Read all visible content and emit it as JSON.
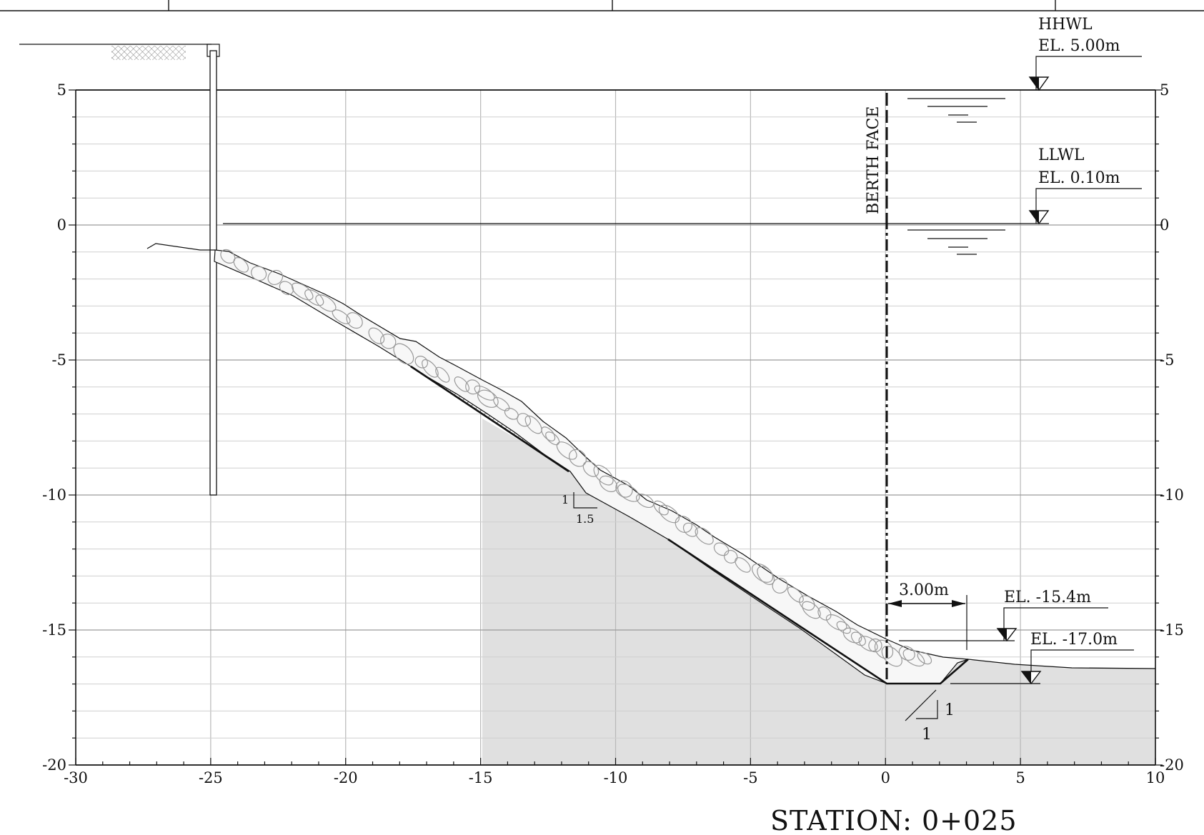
{
  "drawing": {
    "station_label": "STATION: 0+025",
    "berth_face_label": "BERTH FACE",
    "x_ticks": [
      "-30",
      "-25",
      "-20",
      "-15",
      "-10",
      "-5",
      "0",
      "5",
      "10"
    ],
    "y_ticks_left": [
      "5",
      "0",
      "-5",
      "-10",
      "-15",
      "-20"
    ],
    "y_ticks_right": [
      "5",
      "0",
      "-5",
      "-10",
      "-15",
      "-20"
    ],
    "x_range": [
      -30,
      10
    ],
    "y_range": [
      -20,
      5
    ],
    "water_levels": {
      "hhwl": {
        "name": "HHWL",
        "elevation": "EL. 5.00m",
        "value": 5.0
      },
      "llwl": {
        "name": "LLWL",
        "elevation": "EL. 0.10m",
        "value": 0.1
      }
    },
    "dimension_label": "3.00m",
    "elevation_labels": {
      "crest": "EL. -15.4m",
      "toe": "EL. -17.0m"
    },
    "slope_ratio_upper": {
      "rise": "1",
      "run": "1.5"
    },
    "slope_ratio_toe": {
      "rise": "1",
      "run": "1"
    },
    "colors": {
      "line": "#111111",
      "grid": "#b8b8b8",
      "seabed_fill": "#e0e0e0",
      "stone": "#9c9c9c"
    }
  }
}
